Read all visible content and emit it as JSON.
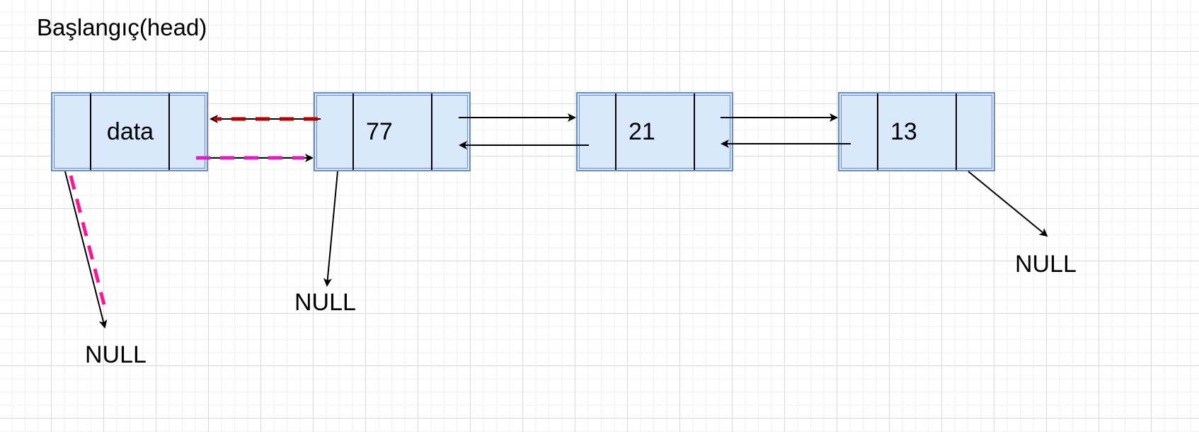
{
  "title": "Başlangıç(head)",
  "nodes": [
    {
      "value": "data"
    },
    {
      "value": "77"
    },
    {
      "value": "21"
    },
    {
      "value": "13"
    }
  ],
  "null_labels": [
    "NULL",
    "NULL",
    "NULL"
  ],
  "colors": {
    "node_fill": "#dae8fc",
    "node_border": "#6c8ebf",
    "arrow": "#000000",
    "dashed_red": "#b20000",
    "dashed_magenta": "#e020c0",
    "dashed_pink": "#ff1493"
  }
}
